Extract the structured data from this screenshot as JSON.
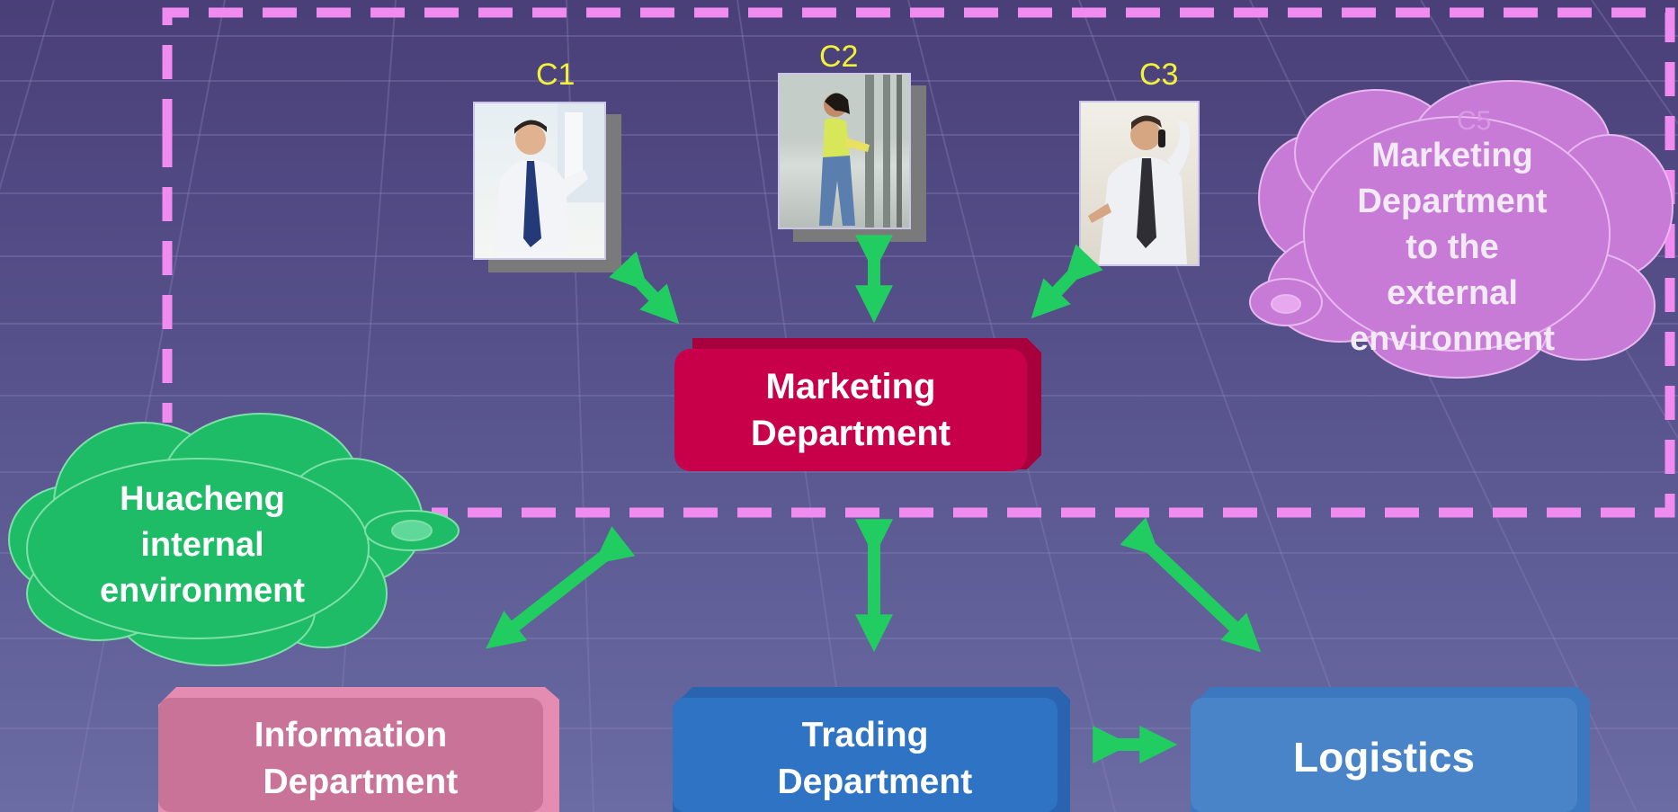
{
  "diagram": {
    "labels": {
      "c1": "C1",
      "c2": "C2",
      "c3": "C3",
      "c5": "C5"
    },
    "nodes": {
      "marketing": "Marketing\nDepartment",
      "information": "Information\n  Department",
      "trading": "Trading\n  Department",
      "logistics": "Logistics"
    },
    "clouds": {
      "internal": "Huacheng\ninternal\nenvironment",
      "external": "Marketing\nDepartment\nto the\nexternal\nenvironment"
    },
    "colors": {
      "marketing": "#c8004a",
      "information": "#c97398",
      "trading": "#2f73c4",
      "logistics": "#4a84c8",
      "arrow": "#21cc60",
      "internal_cloud": "#1ebc67",
      "external_cloud": "#c87bd6",
      "dashed_border": "#f08cf0",
      "photo_label": "#f2f23a"
    },
    "icons": {
      "photo_c1": "person-photo-icon",
      "photo_c2": "person-photo-icon",
      "photo_c3": "person-photo-icon"
    }
  }
}
